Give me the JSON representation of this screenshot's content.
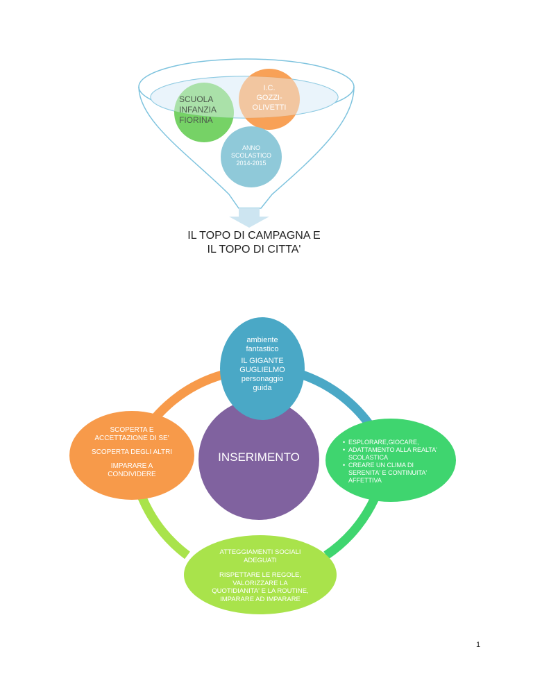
{
  "funnel": {
    "school": [
      "SCUOLA",
      "INFANZIA",
      "FIORINA"
    ],
    "institute": [
      "I.C.",
      "GOZZI-",
      "OLIVETTI"
    ],
    "year": [
      "ANNO",
      "SCOLASTICO",
      "2014-2015"
    ]
  },
  "title": [
    "IL TOPO DI CAMPAGNA E",
    "IL TOPO DI CITTA'"
  ],
  "cycle": {
    "center": "INSERIMENTO",
    "top": [
      "ambiente",
      "fantastico",
      "IL GIGANTE",
      "GUGLIELMO",
      "personaggio",
      "guida"
    ],
    "left": [
      "SCOPERTA E",
      "ACCETTAZIONE DI SE'",
      "SCOPERTA DEGLI ALTRI",
      "IMPARARE A",
      "CONDIVIDERE"
    ],
    "right": [
      "ESPLORARE,GIOCARE,",
      "ADATTAMENTO ALLA REALTA' SCOLASTICA",
      "CREARE UN CLIMA DI SERENITA' E CONTINUITA' AFFETTIVA"
    ],
    "bottom": [
      "ATTEGGIAMENTI SOCIALI",
      "ADEGUATI",
      "RISPETTARE LE REGOLE,",
      "VALORIZZARE LA",
      "QUOTIDIANITA' E LA ROUTINE,",
      "IMPARARE AD IMPARARE"
    ]
  },
  "page_number": "1",
  "colors": {
    "green": "#6ccf5a",
    "orange": "#f79a4a",
    "lightblue": "#8fc9d9",
    "teal": "#4aa8c6",
    "purple": "#80629f",
    "brightgreen": "#3fd56f",
    "lime": "#a9e34b"
  }
}
